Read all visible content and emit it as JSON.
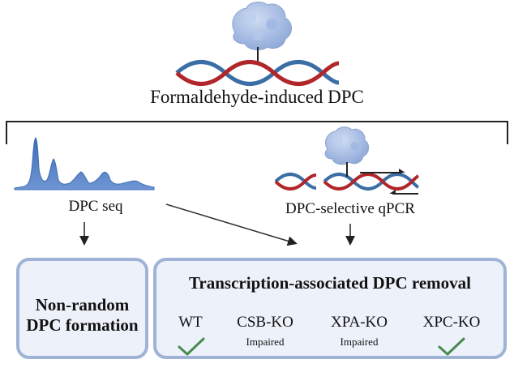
{
  "title": "Formaldehyde-induced DPC",
  "methods": {
    "seq_label": "DPC seq",
    "qpcr_label": "DPC-selective qPCR"
  },
  "outcome_left": {
    "line1": "Non-random",
    "line2": "DPC formation"
  },
  "outcome_right": {
    "title": "Transcription-associated DPC removal",
    "conditions": [
      {
        "name": "WT",
        "status": "",
        "check": true
      },
      {
        "name": "CSB-KO",
        "status": "Impaired",
        "check": false
      },
      {
        "name": "XPA-KO",
        "status": "Impaired",
        "check": false
      },
      {
        "name": "XPC-KO",
        "status": "",
        "check": true
      }
    ]
  },
  "colors": {
    "dna_red": "#b1262a",
    "dna_blue": "#3a6ea5",
    "protein": "#a8bfe6",
    "peak": "#4a78c0",
    "box_border": "#9fb3d6",
    "box_fill": "#edf2fa",
    "check": "#4a8a4e"
  }
}
